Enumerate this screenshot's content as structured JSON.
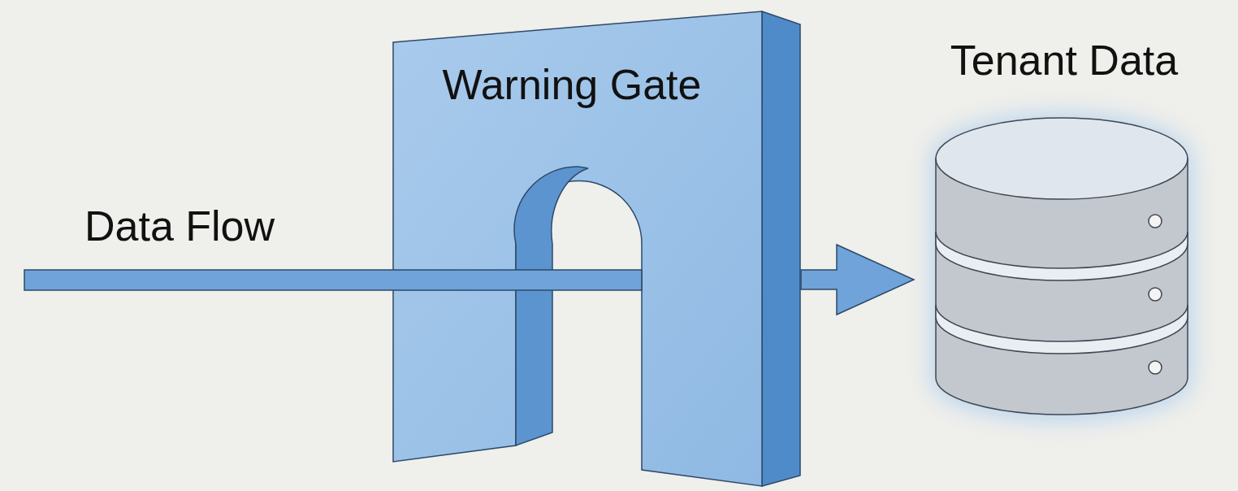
{
  "diagram": {
    "nodes": [
      {
        "text": [
          "Warning Gate"
        ]
      },
      {
        "text": [
          "Tenant Data"
        ]
      }
    ],
    "edges": [
      {
        "from": 0,
        "to": 1,
        "arrow": "to"
      }
    ],
    "labels": [
      "Data Flow"
    ]
  }
}
